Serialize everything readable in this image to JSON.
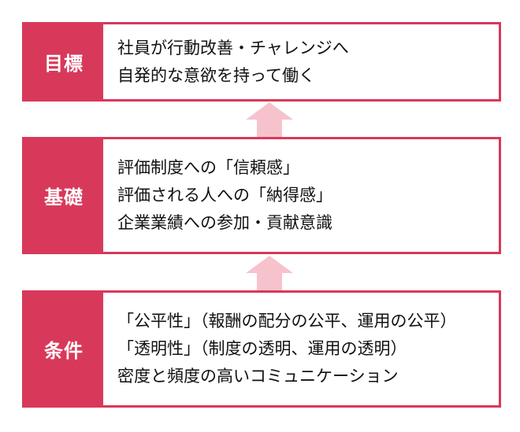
{
  "colors": {
    "accent": "#d8395a",
    "arrow": "#f6c3cd"
  },
  "rows": [
    {
      "label": "目標",
      "lines": [
        "社員が行動改善・チャレンジへ",
        "自発的な意欲を持って働く"
      ]
    },
    {
      "label": "基礎",
      "lines": [
        "評価制度への「信頼感」",
        "評価される人への「納得感」",
        "企業業績への参加・貢献意識"
      ]
    },
    {
      "label": "条件",
      "lines": [
        "「公平性」（報酬の配分の公平、運用の公平）",
        "「透明性」（制度の透明、運用の透明）",
        "密度と頻度の高いコミュニケーション"
      ]
    }
  ]
}
